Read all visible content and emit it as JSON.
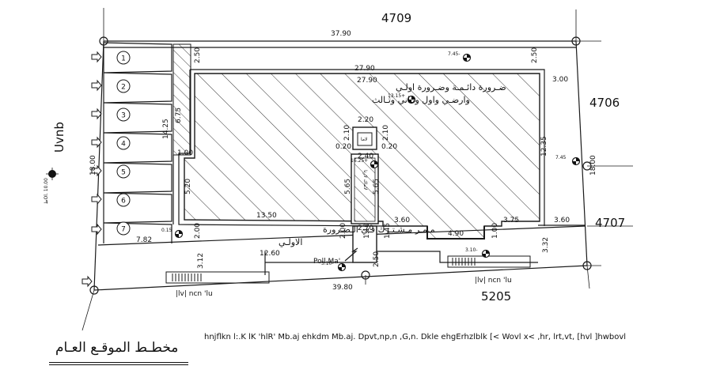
{
  "title": "مخطـط الموقـع العـام",
  "notes_line": "hnjflkn l:.K lK 'hlR' Mb.aj ehkdm Mb.aj. Dpvt,np,n ,G,n. Dkle ehgErhzlblk [< Wovl x< ,hr, lrt,vt, [hvl ]hwbovl",
  "plot_numbers": {
    "top": "4709",
    "right_upper": "4706",
    "right_lower": "4707",
    "bottom": "5205"
  },
  "compass_label": "Uvnb",
  "dimensions": {
    "top_total": "37.90",
    "bottom_total": "39.80",
    "inner_top": "27.90",
    "inner_top_2": "27.90",
    "left_band": "2.50",
    "right_band": "2.50",
    "right_gap": "3.00",
    "right_depth": "12.35",
    "right_outer": "18.00",
    "left_outer": "18.00",
    "left_h1": "14.25",
    "left_h2": "6.75",
    "left_small": "1.00",
    "left_h3": "5.20",
    "bottom_inner": "13.50",
    "core_w": "2.20",
    "core_l": "2.10",
    "core_r": "2.10",
    "core_side_l": "0.20",
    "core_side_r": "0.20",
    "core_w2": "2.40",
    "shaft_l": "5.65",
    "shaft_r": "5.65",
    "lower_w": "2.70",
    "lower_l": "2.00",
    "lower_r": "1.10",
    "step_a": "3.60",
    "step_b": "3.75",
    "step_c": "4.90",
    "step_d": "1.00",
    "right_seg": "3.60",
    "right_seg_v": "3.32",
    "left_seg": "7.82",
    "left_seg_v": "2.00",
    "bottom_seg": "12.60",
    "lower_left_v": "3.12",
    "mid_v": "1.45",
    "mid_v2": "2.50"
  },
  "levels": {
    "l1": "7.45-",
    "l2": "13.15+",
    "l3": "16.25+",
    "l4": "7.45",
    "l5": "0.15",
    "l6": "3.10-",
    "l7": "3.10-"
  },
  "parking_numbers": [
    "1",
    "2",
    "3",
    "4",
    "5",
    "6",
    "7"
  ],
  "arabic": {
    "label_main_1": "ضـرورة دائـمـة وضـرورة اولـي",
    "label_main_2": "وارضـي واول وثـاني وثـالث",
    "corridor_1": "مـمـر مـشـتـرك فـي الـضـرورة",
    "corridor_2": "الاولـي",
    "core_label": "لاما",
    "shaft_label": "لاماك لارتا"
  },
  "ramp_labels": {
    "left": "|lv| ncn 'lu",
    "right": "|lv| ncn 'lu",
    "center": "Poll Ma'"
  },
  "north_note": "ظOl. 10.00"
}
